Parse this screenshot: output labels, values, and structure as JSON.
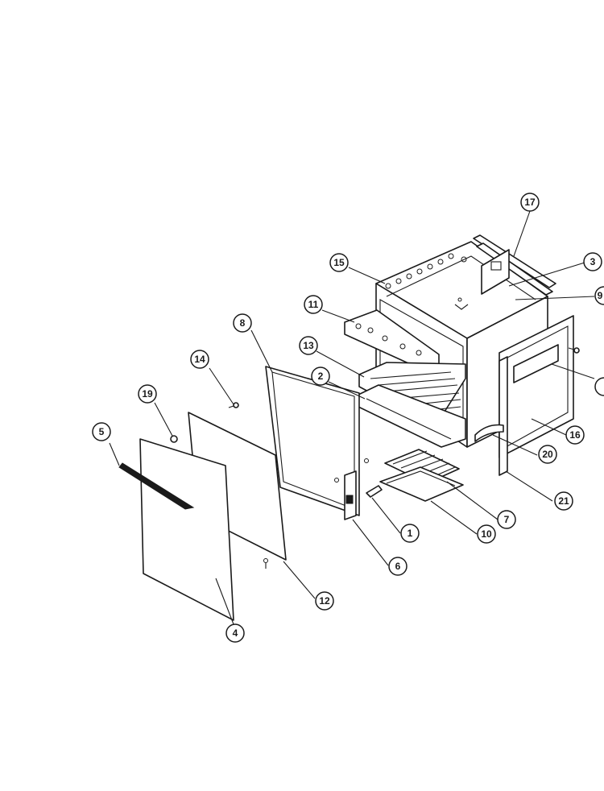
{
  "callouts": [
    {
      "id": "c17",
      "label": "17"
    },
    {
      "id": "c3",
      "label": "3"
    },
    {
      "id": "c15",
      "label": "15"
    },
    {
      "id": "c9",
      "label": "9"
    },
    {
      "id": "c11",
      "label": "11"
    },
    {
      "id": "c8",
      "label": "8"
    },
    {
      "id": "c13",
      "label": "13"
    },
    {
      "id": "c14",
      "label": "14"
    },
    {
      "id": "c2",
      "label": "2"
    },
    {
      "id": "c19",
      "label": "19"
    },
    {
      "id": "c16",
      "label": "16"
    },
    {
      "id": "c5",
      "label": "5"
    },
    {
      "id": "c20",
      "label": "20"
    },
    {
      "id": "c21",
      "label": "21"
    },
    {
      "id": "c7",
      "label": "7"
    },
    {
      "id": "c1",
      "label": "1"
    },
    {
      "id": "c10",
      "label": "10"
    },
    {
      "id": "c6",
      "label": "6"
    },
    {
      "id": "c12",
      "label": "12"
    },
    {
      "id": "c4",
      "label": "4"
    },
    {
      "id": "c18",
      "label": ""
    }
  ]
}
